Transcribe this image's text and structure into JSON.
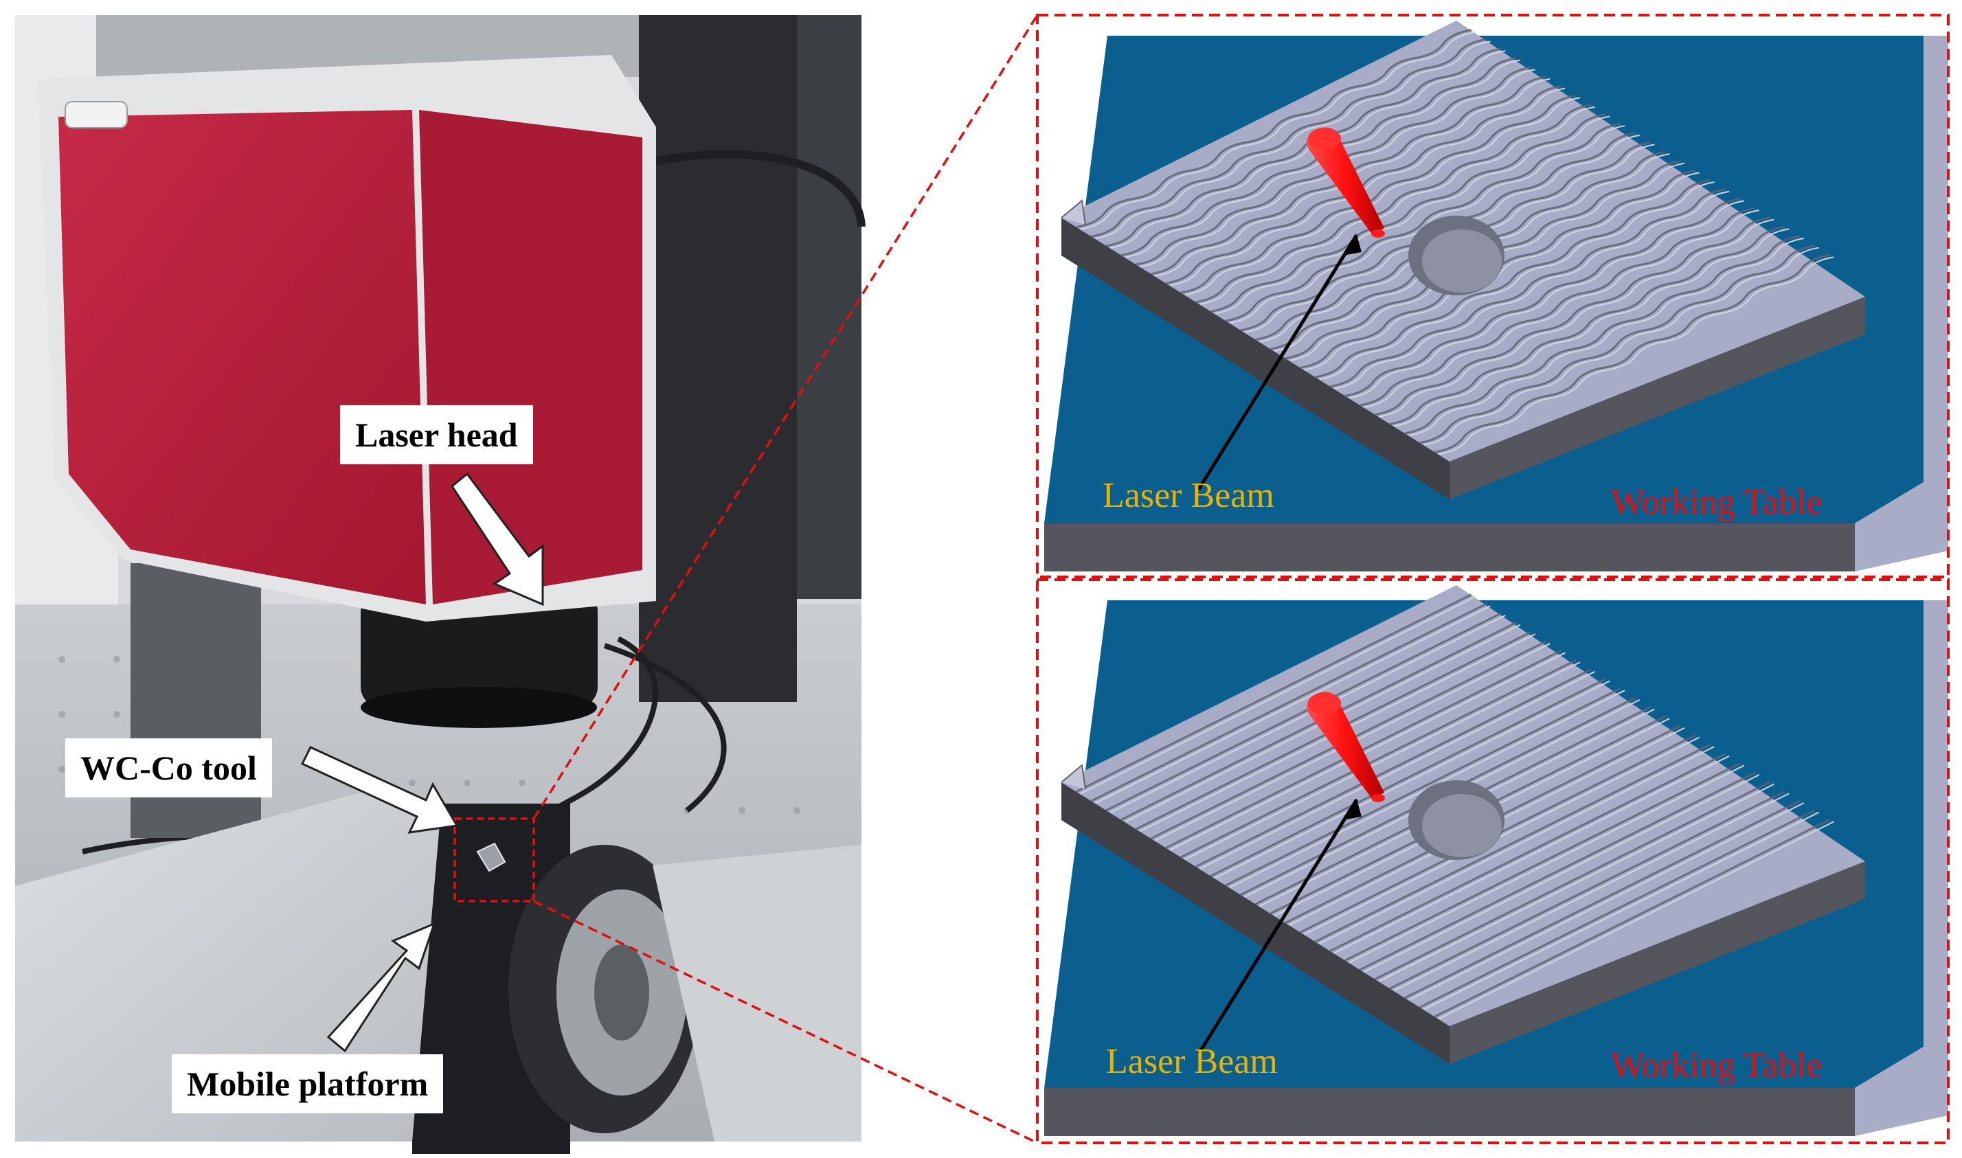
{
  "photo": {
    "labels": {
      "laser_head": "Laser head",
      "tool": "WC-Co tool",
      "platform": "Mobile platform"
    }
  },
  "panels": [
    {
      "beam_label": "Laser Beam",
      "table_label": "Working Table",
      "texture": "wavy"
    },
    {
      "beam_label": "Laser Beam",
      "table_label": "Working Table",
      "texture": "straight"
    }
  ],
  "colors": {
    "machine_red": "#b81f3c",
    "table_blue": "#0b5f8f",
    "texture_face": "#a8acc6",
    "block_side": "#55565d",
    "beam_red": "#ff1a1a",
    "dashed_frame": "#e01010",
    "beam_label": "#e6b400",
    "table_label": "#e01010"
  }
}
